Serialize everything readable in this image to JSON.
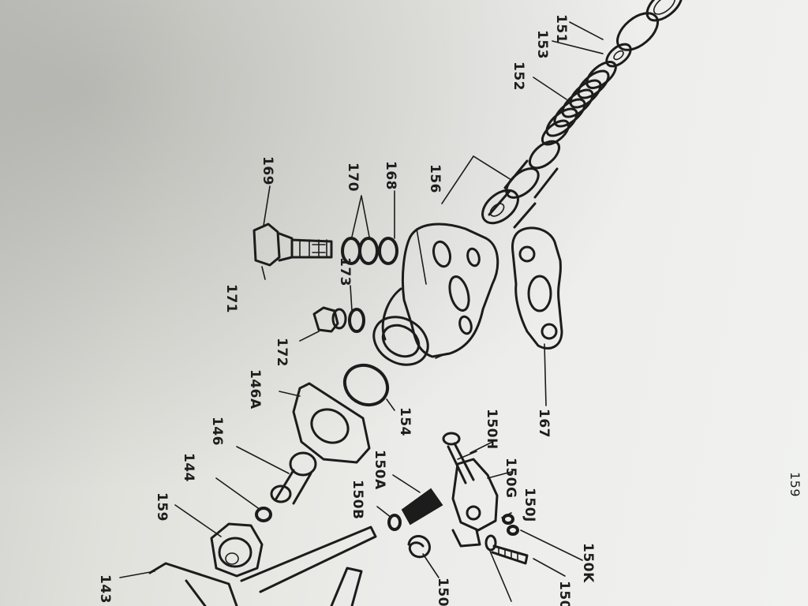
{
  "page_number": "159",
  "labels": {
    "l151": "151",
    "l153": "153",
    "l152": "152",
    "l156": "156",
    "l168": "168",
    "l170": "170",
    "l169": "169",
    "l171": "171",
    "l173": "173",
    "l172": "172",
    "l146a": "146A",
    "l154": "154",
    "l167": "167",
    "l146": "146",
    "l144": "144",
    "l159": "159",
    "l143": "143",
    "l150h": "150H",
    "l150g": "150G",
    "l150a": "150A",
    "l150b": "150B",
    "l150j": "150J",
    "l150k": "150K",
    "l150": "150",
    "l150e": "150"
  }
}
